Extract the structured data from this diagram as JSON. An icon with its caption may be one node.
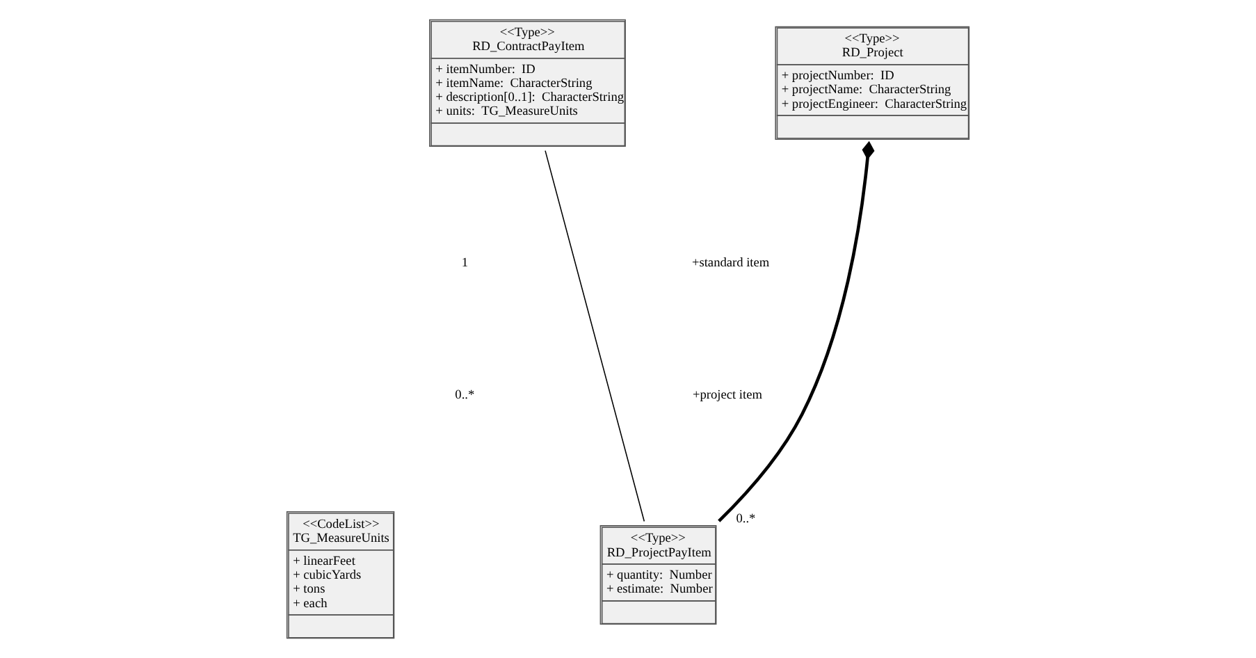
{
  "diagram": {
    "nodes": [
      {
        "text": [
          "<<Type>>",
          "RD_Project",
          "+ projectNumber:  ID",
          "+ projectName:  CharacterString",
          "+ projectEngineer:  CharacterString"
        ]
      },
      {
        "text": [
          "<<Type>>",
          "RD_ContractPayItem",
          "+ itemNumber:  ID",
          "+ itemName:  CharacterString",
          "+ description[0..1]:  CharacterString",
          "+ units:  TG_MeasureUnits"
        ]
      },
      {
        "text": [
          "<<Type>>",
          "RD_ProjectPayItem",
          "+ quantity:  Number",
          "+ estimate:  Number"
        ]
      },
      {
        "text": [
          "<<CodeList>>",
          "TG_MeasureUnits",
          "+ linearFeet",
          "+ cubicYards",
          "+ tons",
          "+ each"
        ]
      }
    ],
    "edges": [
      {
        "from": 0,
        "to": 2,
        "arrow": "other",
        "style": "thick",
        "label": "0..*"
      },
      {
        "from": 1,
        "to": 2,
        "arrow": "none"
      }
    ],
    "labels": [
      "1",
      "+standard item",
      "0..*",
      "+project item"
    ]
  }
}
